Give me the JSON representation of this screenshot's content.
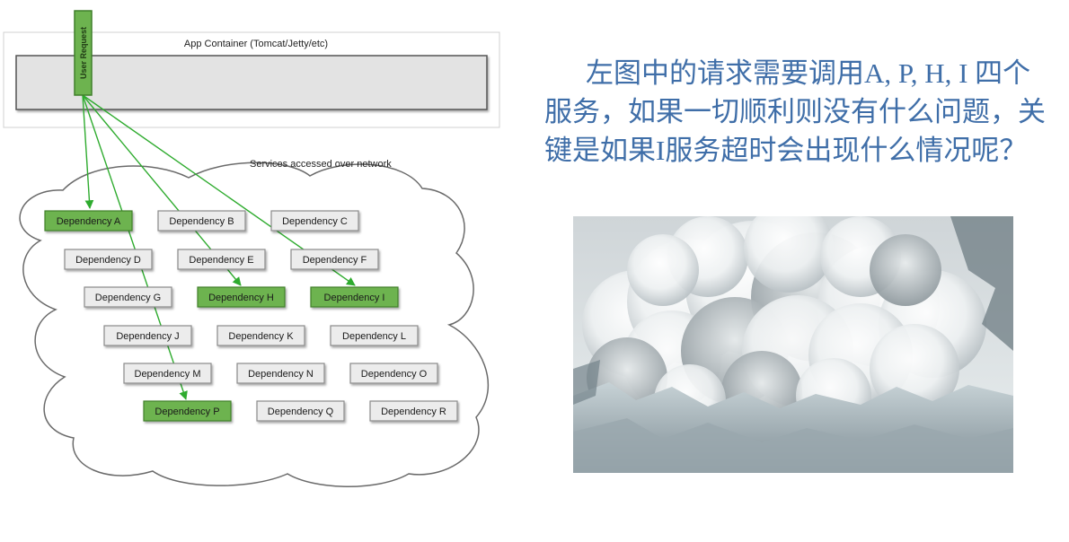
{
  "diagram": {
    "container_label": "App Container (Tomcat/Jetty/etc)",
    "request_label": "User Request",
    "network_label": "Services accessed over network",
    "colors": {
      "active_fill": "#6db34f",
      "active_stroke": "#3f7f2a",
      "idle_fill": "#ececec",
      "idle_stroke": "#8a8a8a",
      "arrow": "#2eab2e",
      "cloud_stroke": "#6a6a6a"
    },
    "dependencies": [
      {
        "label": "Dependency A",
        "active": true
      },
      {
        "label": "Dependency B",
        "active": false
      },
      {
        "label": "Dependency C",
        "active": false
      },
      {
        "label": "Dependency D",
        "active": false
      },
      {
        "label": "Dependency E",
        "active": false
      },
      {
        "label": "Dependency F",
        "active": false
      },
      {
        "label": "Dependency G",
        "active": false
      },
      {
        "label": "Dependency H",
        "active": true
      },
      {
        "label": "Dependency I",
        "active": true
      },
      {
        "label": "Dependency J",
        "active": false
      },
      {
        "label": "Dependency K",
        "active": false
      },
      {
        "label": "Dependency L",
        "active": false
      },
      {
        "label": "Dependency M",
        "active": false
      },
      {
        "label": "Dependency N",
        "active": false
      },
      {
        "label": "Dependency O",
        "active": false
      },
      {
        "label": "Dependency P",
        "active": true
      },
      {
        "label": "Dependency Q",
        "active": false
      },
      {
        "label": "Dependency R",
        "active": false
      }
    ]
  },
  "question": {
    "text": "左图中的请求需要调用A, P, H, I 四个服务，如果一切顺利则没有什么问题，关键是如果I服务超时会出现什么情况呢？"
  }
}
